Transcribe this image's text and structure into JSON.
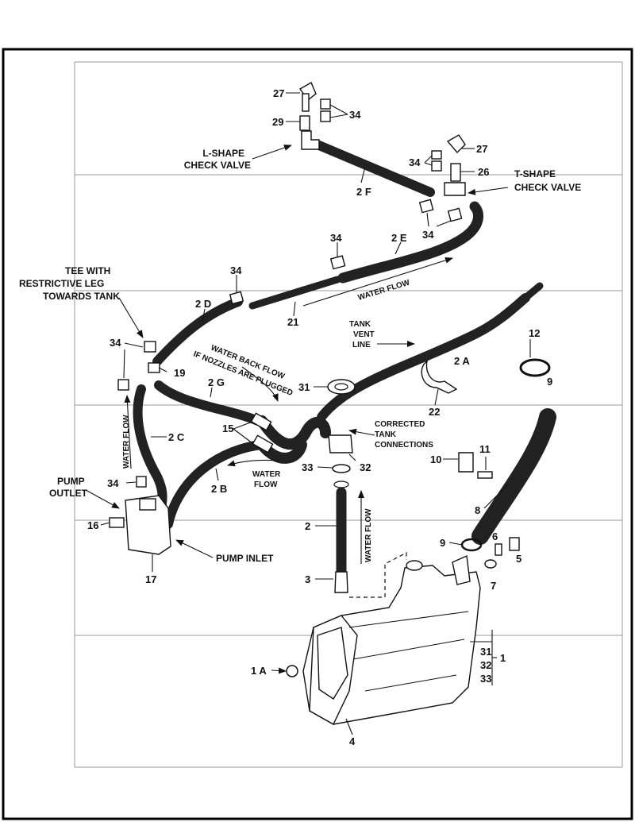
{
  "callouts": {
    "l_shape_check_valve": [
      "L-SHAPE",
      "CHECK VALVE"
    ],
    "t_shape_check_valve": [
      "T-SHAPE",
      "CHECK VALVE"
    ],
    "tee_restrictive": [
      "TEE WITH",
      "RESTRICTIVE LEG",
      "TOWARDS TANK"
    ],
    "pump_outlet": [
      "PUMP",
      "OUTLET"
    ],
    "pump_inlet": "PUMP INLET",
    "tank_vent_line": [
      "TANK",
      "VENT",
      "LINE"
    ],
    "corrected_tank": [
      "CORRECTED",
      "TANK",
      "CONNECTIONS"
    ],
    "water_back_flow": [
      "WATER BACK FLOW",
      "IF NOZZLES ARE PLUGGED"
    ],
    "water_flow_upper": "WATER FLOW",
    "water_flow_left": "WATER FLOW",
    "water_flow_center": [
      "WATER",
      "FLOW"
    ],
    "water_flow_vertical": "WATER FLOW"
  },
  "part_numbers": {
    "p27_left": "27",
    "p29": "29",
    "p34_top": "34",
    "p27_right": "27",
    "p34_right": "34",
    "p26": "26",
    "p2f": "2 F",
    "p34_low": "34",
    "p34_mid": "34",
    "p2e": "2 E",
    "p34_2d": "34",
    "p2d": "2 D",
    "p21": "21",
    "p34_tee": "34",
    "p19": "19",
    "p2a": "2 A",
    "p12": "12",
    "p31": "31",
    "p22": "22",
    "p2g": "2 G",
    "p15": "15",
    "p2c": "2 C",
    "p10": "10",
    "p11": "11",
    "p33": "33",
    "p32": "32",
    "p34_pump": "34",
    "p2b": "2 B",
    "p8": "8",
    "p16": "16",
    "p2": "2",
    "p9_top": "9",
    "p9": "9",
    "p6": "6",
    "p5": "5",
    "p17": "17",
    "p3": "3",
    "p7": "7",
    "p1a": "1 A",
    "p4": "4",
    "p31b": "31",
    "p32b": "32",
    "p33b": "33",
    "p1": "1"
  }
}
